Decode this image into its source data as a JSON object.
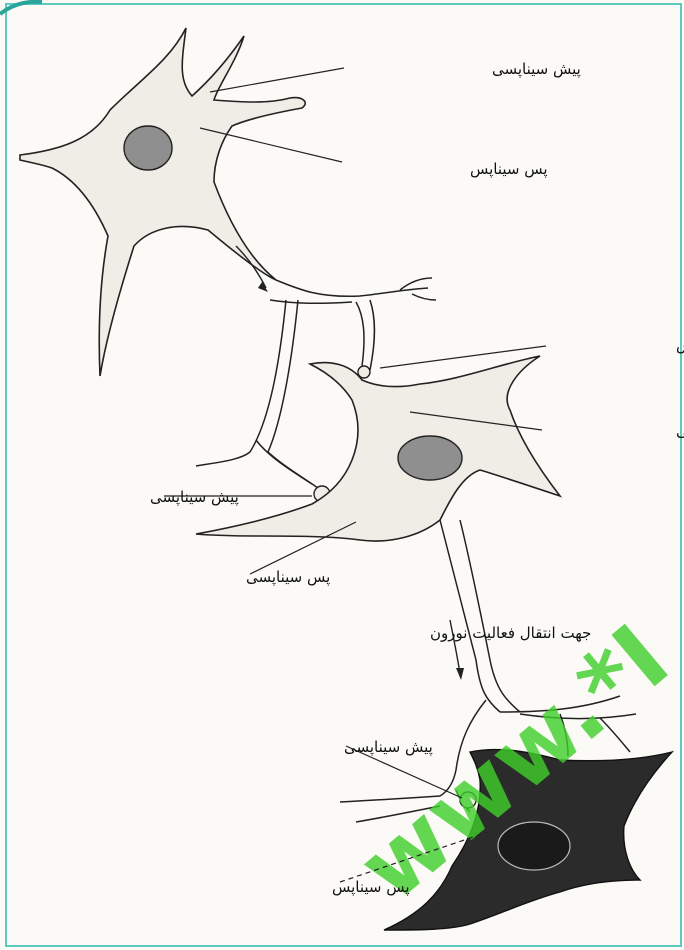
{
  "diagram": {
    "labels": {
      "label_1": "پیش سیناپسی",
      "label_2": "پس سیناپس",
      "label_3": "پیش سیناپس",
      "label_4": "پس سیناپسی",
      "label_5": "پیش سیناپسی",
      "label_6": "پس سیناپسی",
      "label_7": "جهت انتقال فعالیت نورون",
      "label_8": "پیش سیناپسی",
      "label_9": "پس سیناپس"
    },
    "watermark": "www.*I",
    "colors": {
      "border": "#5ec9c0",
      "ink": "#222222",
      "paper": "#fbfaf6",
      "watermark": "#3fcf2a"
    }
  }
}
